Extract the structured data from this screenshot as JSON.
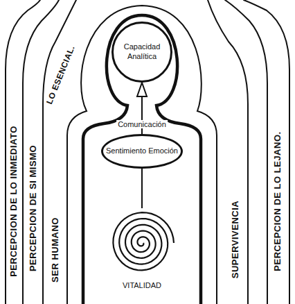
{
  "diagram": {
    "nodes": [
      {
        "text": [
          "Capacidad Analítica"
        ]
      },
      {
        "text": [
          "Sentimiento Emoción"
        ]
      },
      {
        "text": [
          "VITALIDAD"
        ]
      }
    ],
    "edges": [
      {
        "from": 1,
        "to": 0,
        "arrow": "to",
        "label": "Comunicación"
      },
      {
        "from": 2,
        "to": 1,
        "arrow": "none"
      }
    ],
    "labels": [
      "PERCEPCION DE LO INMEDIATO",
      "PERCEPCION DE SI MISMO",
      "SER HUMANO",
      "LO ESENCIAL.",
      "SUPERVIVENCIA",
      "PERCEPCION DE LO LEJANO."
    ]
  }
}
